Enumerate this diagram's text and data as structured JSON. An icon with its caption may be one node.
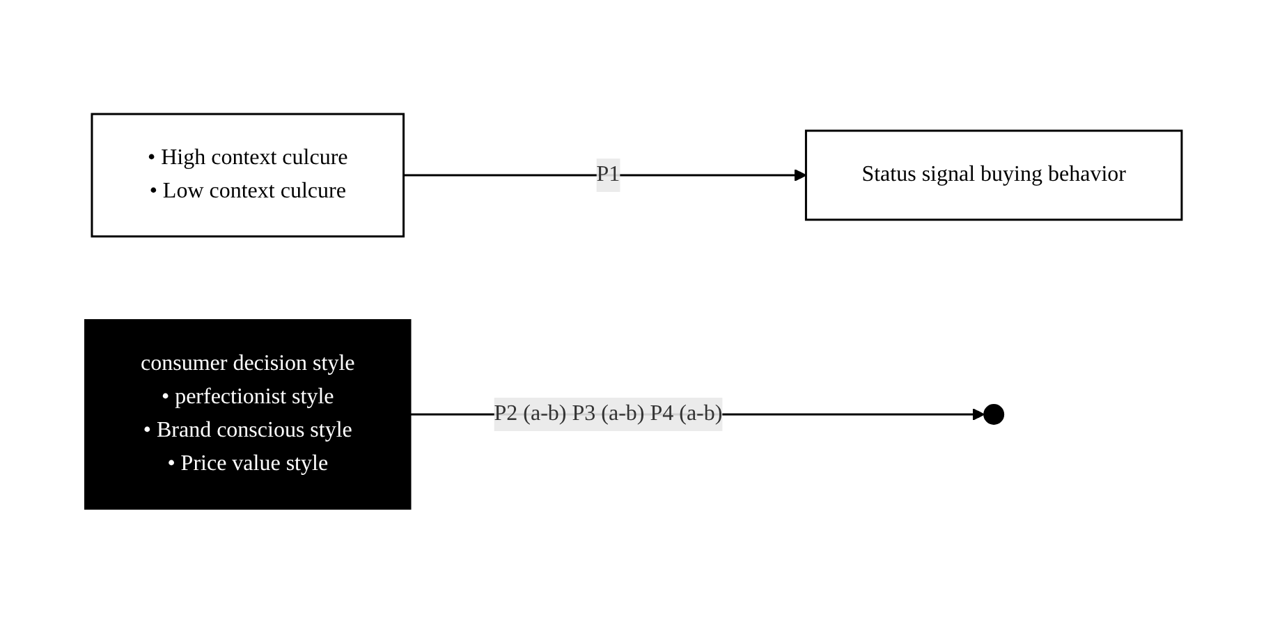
{
  "diagram": {
    "nodes": [
      {
        "text": [
          "• High context culcure",
          "• Low context culcure"
        ]
      },
      {
        "text": [
          "Status signal buying behavior"
        ]
      },
      {
        "text": [
          "consumer decision style",
          "• perfectionist style",
          "• Brand conscious style",
          "• Price value style"
        ]
      }
    ],
    "edges": [
      {
        "from": 0,
        "to": 1,
        "arrow": "to",
        "label": "P1"
      },
      {
        "from": 2,
        "to": null,
        "arrow": "to",
        "label": "P2 (a-b) P3 (a-b) P4 (a-b)"
      }
    ]
  }
}
